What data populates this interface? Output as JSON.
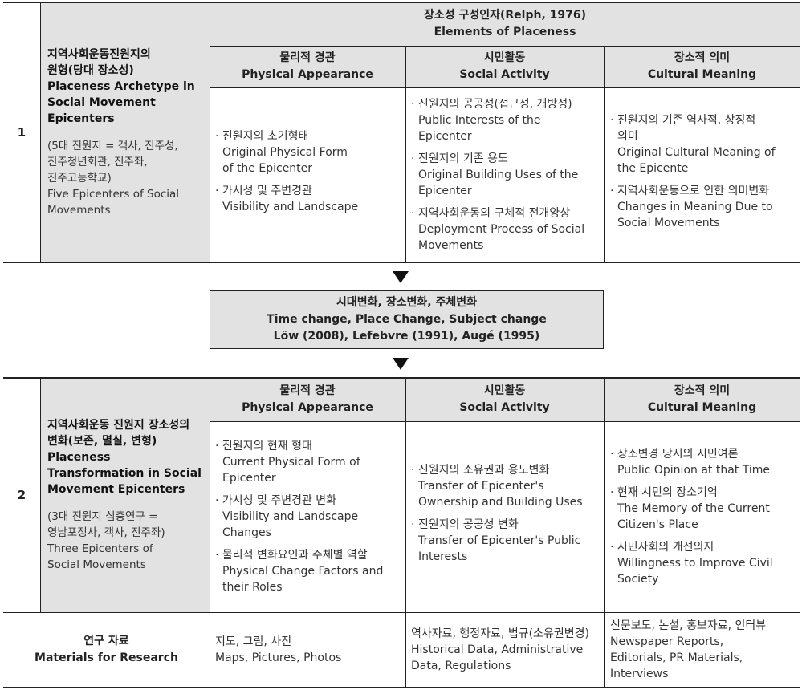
{
  "top_header": {
    "ko": "장소성 구성인자(Relph, 1976)",
    "en": "Elements of Placeness"
  },
  "sections": [
    {
      "number": "1",
      "title_lines": [
        "지역사회운동진원지의",
        "원형(당대 장소성)",
        "Placeness Archetype in",
        "Social Movement",
        "Epicenters"
      ],
      "note_lines": [
        "(5대 진원지 = 객사, 진주성,",
        "진주청년회관, 진주좌,",
        "진주고등학교)",
        "Five Epicenters of Social",
        "Movements"
      ],
      "columns": [
        {
          "header_ko": "물리적 경관",
          "header_en": "Physical Appearance",
          "items": [
            [
              "· 진원지의 초기형태",
              "Original Physical Form",
              "of the Epicenter"
            ],
            [
              "· 가시성 및 주변경관",
              "Visibility and Landscape"
            ]
          ]
        },
        {
          "header_ko": "시민활동",
          "header_en": "Social Activity",
          "items": [
            [
              "· 진원지의 공공성(접근성, 개방성)",
              "Public Interests of the",
              "Epicenter"
            ],
            [
              "· 진원지의 기존 용도",
              "Original Building Uses of the",
              "Epicenter"
            ],
            [
              "· 지역사회운동의 구체적 전개양상",
              "Deployment Process of Social",
              "Movements"
            ]
          ]
        },
        {
          "header_ko": "장소적 의미",
          "header_en": "Cultural Meaning",
          "items": [
            [
              "· 진원지의 기존 역사적, 상징적",
              "의미",
              "Original Cultural Meaning of",
              "the Epicente"
            ],
            [
              "· 지역사회운동으로 인한 의미변화",
              "Changes in Meaning Due to",
              "Social Movements"
            ]
          ]
        }
      ]
    },
    {
      "number": "2",
      "title_lines": [
        "지역사회운동 진원지 장소성의",
        "변화(보존, 멸실, 변형)",
        "Placeness",
        "Transformation in Social",
        "Movement Epicenters"
      ],
      "note_lines": [
        "(3대 진원지 심층연구 =",
        "영남포정사, 객사, 진주좌)",
        "Three Epicenters of",
        "Social Movements"
      ],
      "columns": [
        {
          "header_ko": "물리적 경관",
          "header_en": "Physical Appearance",
          "items": [
            [
              "· 진원지의 현재 형태",
              "Current Physical Form of",
              "Epicenter"
            ],
            [
              "· 가시성 및 주변경관 변화",
              "Visibility and Landscape",
              "Changes"
            ],
            [
              "· 물리적 변화요인과 주체별 역할",
              "Physical Change Factors and",
              "their Roles"
            ]
          ]
        },
        {
          "header_ko": "시민활동",
          "header_en": "Social Activity",
          "items": [
            [
              "· 진원지의 소유권과 용도변화",
              "Transfer of Epicenter's",
              "Ownership and Building Uses"
            ],
            [
              "· 진원지의 공공성 변화",
              "Transfer of Epicenter's Public",
              "Interests"
            ]
          ]
        },
        {
          "header_ko": "장소적 의미",
          "header_en": "Cultural Meaning",
          "items": [
            [
              "· 장소변경 당시의 시민여론",
              "Public Opinion at that Time"
            ],
            [
              "· 현재 시민의 장소기억",
              "The Memory of the Current",
              "Citizen's Place"
            ],
            [
              "· 시민사회의 개선의지",
              "Willingness to Improve Civil",
              "Society"
            ]
          ]
        }
      ]
    }
  ],
  "middle_box": {
    "line1": "시대변화, 장소변화, 주체변화",
    "line2": "Time change, Place Change, Subject change",
    "line3": "Löw (2008), Lefebvre (1991), Augé (1995)"
  },
  "materials": {
    "label_ko": "연구 자료",
    "label_en": "Materials for Research",
    "cells": [
      [
        "지도, 그림, 사진",
        "Maps, Pictures, Photos"
      ],
      [
        "역사자료, 행정자료, 법규(소유권변경)",
        "Historical Data, Administrative",
        "Data, Regulations"
      ],
      [
        "신문보도, 논설, 홍보자료, 인터뷰",
        "Newspaper Reports,",
        "Editorials, PR Materials,",
        "Interviews"
      ]
    ]
  }
}
